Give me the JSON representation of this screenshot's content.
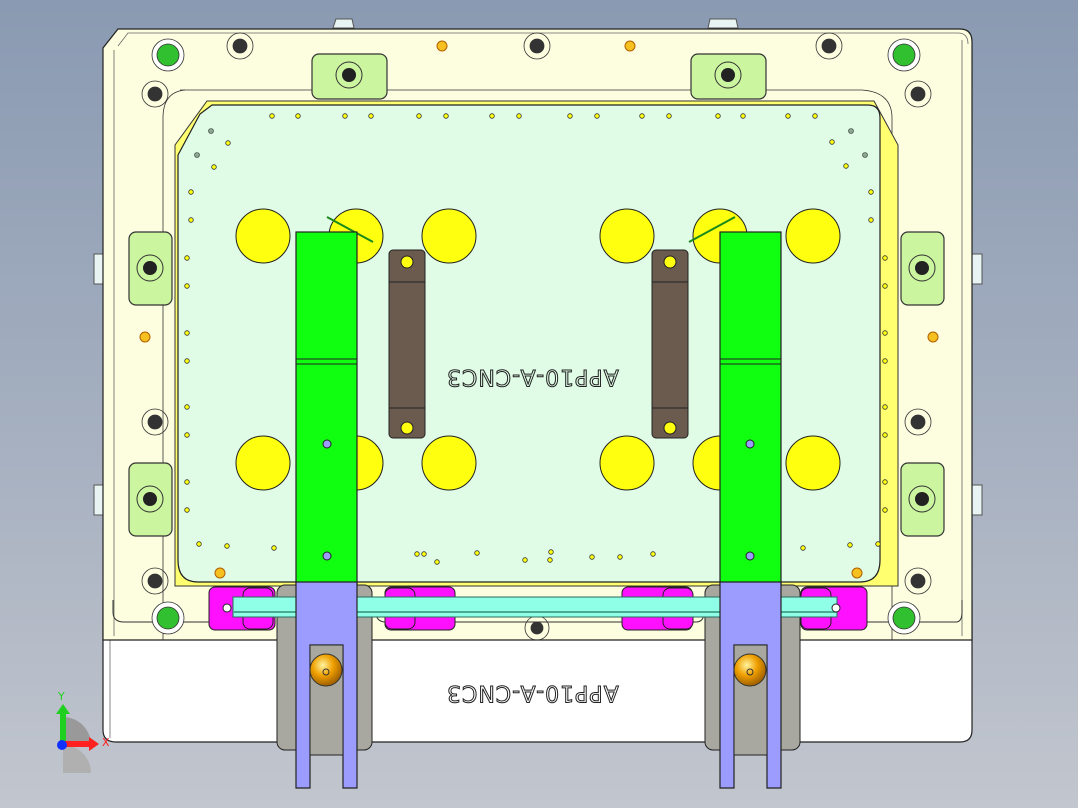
{
  "viewport": {
    "type": "cad-3d-viewport",
    "background_top": "#8a9ab2",
    "background_bottom": "#c2c6ce"
  },
  "model": {
    "engraving_plate": "APP10-A-CNC3",
    "engraving_base": "APP10-A-CNC3",
    "colors": {
      "frame": "#fdfde0",
      "plate": "#e0fce6",
      "clamp_green": "#10ff10",
      "clamp_blade": "#9c9cff",
      "locator_yellow": "#ffff10",
      "bar_brown": "#6b5a4e",
      "clip_magenta": "#ff10ff",
      "rod_cyan": "#90ffe8",
      "knob_orange": "#f0a000",
      "tab_green": "#ccf5a0",
      "base_white": "#ffffff",
      "housing_gray": "#a8a8a0"
    }
  },
  "triad": {
    "x_label": "X",
    "y_label": "Y",
    "x_color": "#ff2020",
    "y_color": "#20d020",
    "z_color": "#1030ff"
  }
}
